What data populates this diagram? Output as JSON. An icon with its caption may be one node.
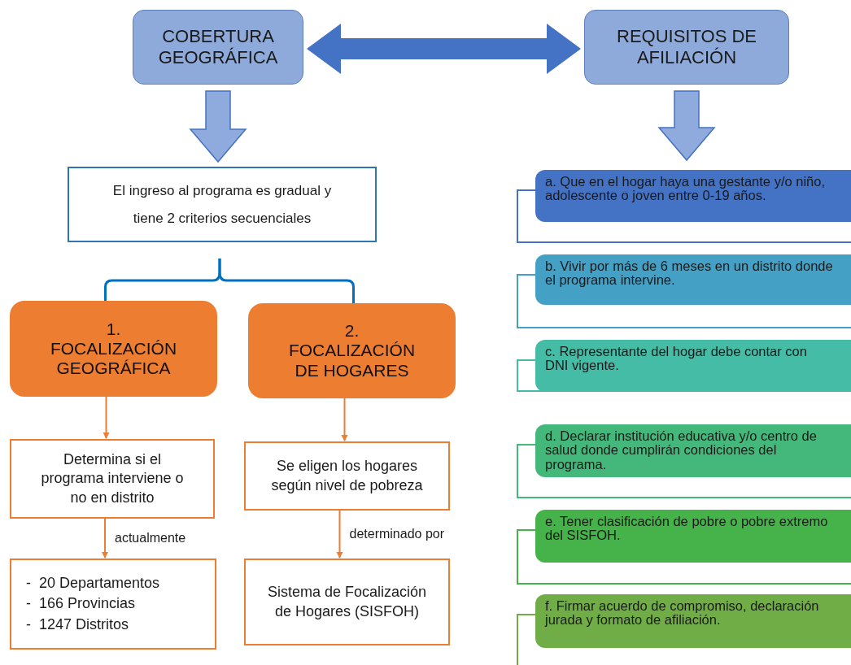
{
  "diagram": {
    "nodes": [
      {
        "text": [
          "COBERTURA GEOGRÁFICA"
        ]
      },
      {
        "text": [
          "REQUISITOS DE AFILIACIÓN"
        ]
      },
      {
        "text": [
          "El ingreso al programa es gradual y tiene 2 criterios secuenciales"
        ]
      },
      {
        "text": [
          "1.",
          "FOCALIZACIÓN GEOGRÁFICA"
        ]
      },
      {
        "text": [
          "2.",
          "FOCALIZACIÓN DE HOGARES"
        ]
      },
      {
        "text": [
          "Determina si el programa interviene o no en distrito"
        ]
      },
      {
        "text": [
          "Se eligen los hogares según nivel de pobreza"
        ]
      },
      {
        "text": [
          "-  20 Departamentos",
          "-  166 Provincias",
          "-  1247 Distritos"
        ]
      },
      {
        "text": [
          "Sistema de Focalización de Hogares (SISFOH)"
        ]
      },
      {
        "text": [
          "a. Que en el hogar haya una gestante y/o niño, adolescente o joven entre 0-19 años."
        ]
      },
      {
        "text": [
          "b. Vivir por más de 6 meses en un distrito donde el programa intervine."
        ]
      },
      {
        "text": [
          "c. Representante del hogar debe contar con DNI vigente."
        ]
      },
      {
        "text": [
          "d. Declarar institución educativa y/o centro de salud donde cumplirán condiciones del programa."
        ]
      },
      {
        "text": [
          "e. Tener clasificación de pobre o pobre extremo del SISFOH."
        ]
      },
      {
        "text": [
          "f. Firmar acuerdo de compromiso, declaración jurada y formato de afiliación."
        ]
      }
    ],
    "edges": [
      {
        "from": 0,
        "to": 1,
        "arrow": "both",
        "style": "thick",
        "color": "#4472c4"
      },
      {
        "from": 0,
        "to": 2,
        "arrow": "to",
        "style": "thick",
        "color": "#4472c4"
      },
      {
        "from": 1,
        "to": 9,
        "arrow": "to",
        "style": "thick",
        "color": "#4472c4"
      },
      {
        "from": 2,
        "to": 3,
        "arrow": "none",
        "color": "#0070c0"
      },
      {
        "from": 2,
        "to": 4,
        "arrow": "none",
        "color": "#0070c0"
      },
      {
        "from": 3,
        "to": 5,
        "arrow": "to",
        "color": "#ed7d31"
      },
      {
        "from": 5,
        "to": 7,
        "arrow": "to",
        "label": "actualmente",
        "color": "#ed7d31"
      },
      {
        "from": 4,
        "to": 6,
        "arrow": "to",
        "color": "#ed7d31"
      },
      {
        "from": 6,
        "to": 8,
        "arrow": "to",
        "label": "determinado por",
        "color": "#ed7d31"
      }
    ]
  }
}
